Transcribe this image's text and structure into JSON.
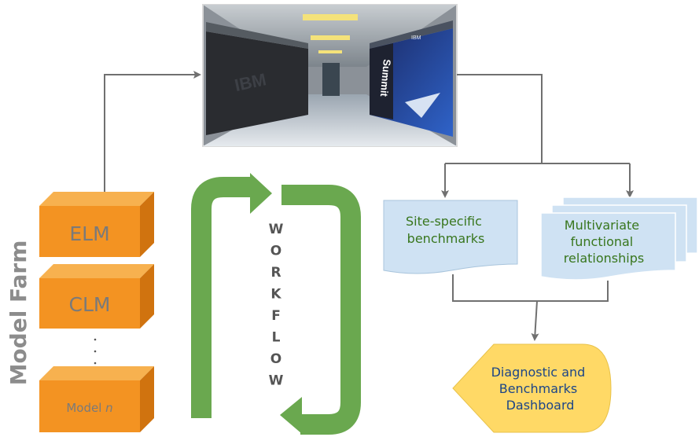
{
  "side_label": "Model Farm",
  "models": [
    {
      "label": "ELM"
    },
    {
      "label": "CLM"
    },
    {
      "label": "Model ",
      "label_italic": "n"
    }
  ],
  "ellipsis": "·\n·\n·",
  "workflow_letters": [
    "W",
    "O",
    "R",
    "K",
    "F",
    "L",
    "O",
    "W"
  ],
  "supercomputer": {
    "rack_logo_left": "IBM",
    "rack_logo_right": "IBM",
    "rack_name": "Summit"
  },
  "docs": {
    "site_specific": [
      "Site-specific",
      "benchmarks"
    ],
    "multivariate": [
      "Multivariate",
      "functional",
      "relationships"
    ]
  },
  "dashboard": [
    "Diagnostic and",
    "Benchmarks",
    "Dashboard"
  ],
  "colors": {
    "orange_front": "#f39322",
    "orange_top": "#f7b14f",
    "orange_side": "#d0730f",
    "orange_text": "#7a7a7a",
    "green": "#6aa84f",
    "doc_fill": "#cfe2f3",
    "doc_text": "#38761d",
    "dash_fill": "#ffd966",
    "dash_text": "#1c4587",
    "connector": "#707070",
    "side_label": "#8c8c8c"
  }
}
